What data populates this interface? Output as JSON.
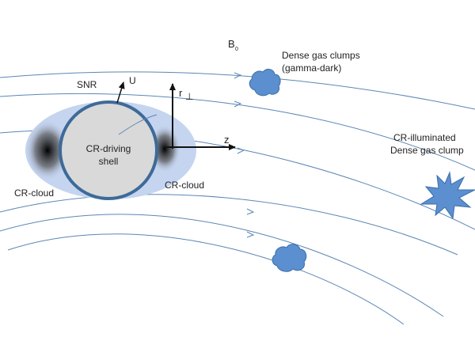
{
  "labels": {
    "b0": "B",
    "b0_sub": "0",
    "snr": "SNR",
    "u": "U",
    "r_perp": "r",
    "r_perp_sub": "⊥",
    "z": "z",
    "shell_line1": "CR-driving",
    "shell_line2": "shell",
    "cr_cloud_left": "CR-cloud",
    "cr_cloud_right": "CR-cloud",
    "dense_dark_line1": "Dense gas clumps",
    "dense_dark_line2": "(gamma-dark)",
    "illuminated_line1": "CR-illuminated",
    "illuminated_line2": "Dense gas clump"
  },
  "colors": {
    "field_line": "#5b86b5",
    "halo": "#c5d4ef",
    "shell_fill": "#d9d9d9",
    "shell_stroke": "#3d6a99",
    "clump_fill": "#5b8fd0",
    "clump_stroke": "#3c6ea8",
    "axis": "#111111"
  }
}
